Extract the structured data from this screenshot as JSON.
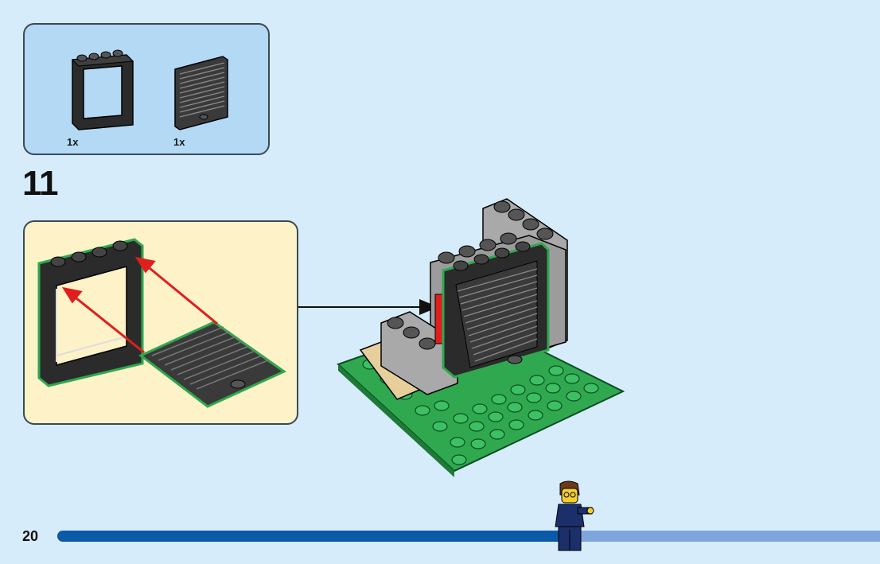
{
  "parts_list": {
    "items": [
      {
        "name": "window-frame",
        "quantity": "1x"
      },
      {
        "name": "shutter",
        "quantity": "1x"
      }
    ]
  },
  "step": {
    "number": "11"
  },
  "footer": {
    "page_number": "20",
    "progress": 0.615
  },
  "colors": {
    "background": "#d6ecfb",
    "parts_box": "#b3d9f5",
    "sub_assembly_box": "#fdf2c8",
    "assembly_arrow": "#e01e1e",
    "callout_arrow": "#111111",
    "baseplate": "#2fa84f",
    "progress_fill": "#0a5aa8",
    "progress_track": "#7fa6dc"
  },
  "icons": [
    "window-frame-icon",
    "shutter-icon",
    "minifigure-icon"
  ]
}
